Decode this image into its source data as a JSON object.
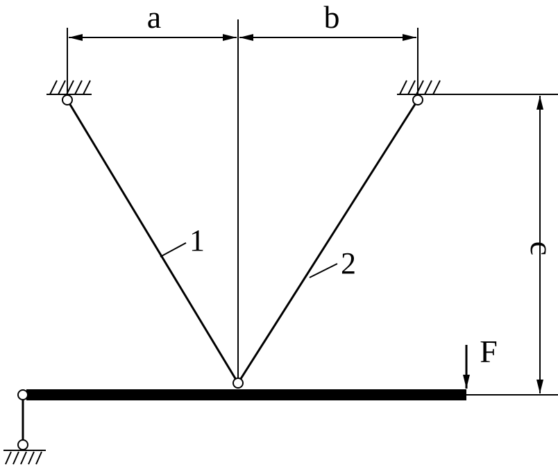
{
  "labels": {
    "dim_a": "a",
    "dim_b": "b",
    "dim_c": "c",
    "force": "F",
    "member_1": "1",
    "member_2": "2"
  },
  "colors": {
    "ink": "#000000",
    "background": "#ffffff"
  }
}
